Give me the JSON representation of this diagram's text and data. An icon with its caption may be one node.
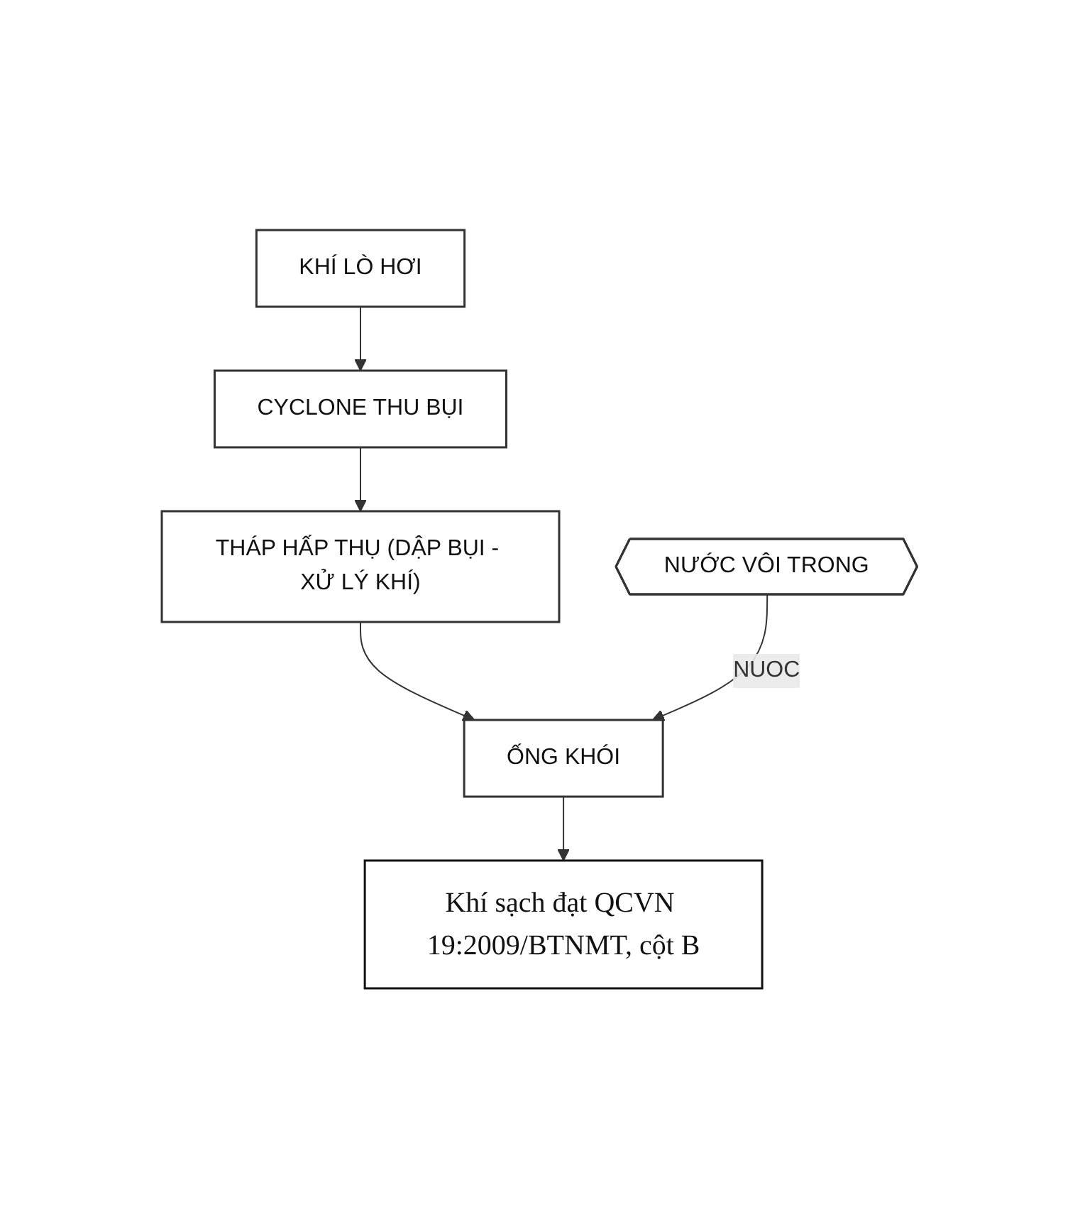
{
  "diagram": {
    "nodes": [
      {
        "text": [
          "KHÍ LÒ HƠI"
        ]
      },
      {
        "text": [
          "CYCLONE THU BỤI"
        ]
      },
      {
        "text": [
          "THÁP HẤP THỤ (DẬP BỤI - XỬ LÝ KHÍ)"
        ]
      },
      {
        "text": [
          "NƯỚC VÔI TRONG"
        ]
      },
      {
        "text": [
          "ỐNG KHÓI"
        ]
      },
      {
        "text": [
          "Khí sạch đạt QCVN 19:2009/BTNMT, cột B"
        ]
      }
    ],
    "edges": [
      {
        "from": 0,
        "to": 1,
        "arrow": "to"
      },
      {
        "from": 1,
        "to": 2,
        "arrow": "to"
      },
      {
        "from": 2,
        "to": 4,
        "arrow": "to"
      },
      {
        "from": 3,
        "to": 4,
        "label": "NUOC",
        "arrow": "to"
      },
      {
        "from": 4,
        "to": 5,
        "arrow": "to"
      }
    ]
  }
}
